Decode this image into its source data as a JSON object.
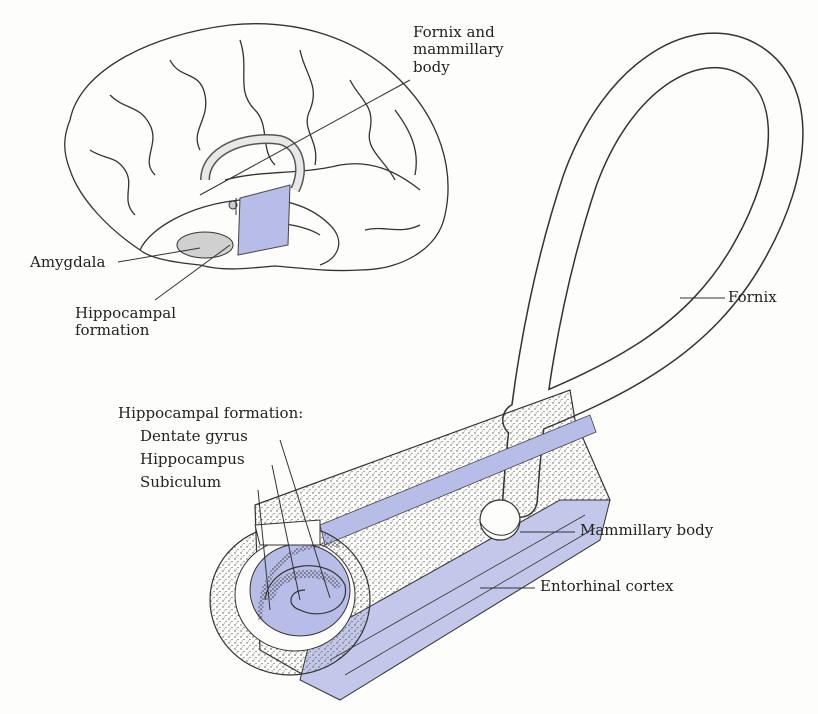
{
  "labels": {
    "fornix_mammillary": [
      "Fornix and",
      "mammillary",
      "body"
    ],
    "amygdala": "Amygdala",
    "hippocampal_formation_small": [
      "Hippocampal",
      "formation"
    ],
    "fornix": "Fornix",
    "hippocampal_formation_header": "Hippocampal formation:",
    "dentate_gyrus": "Dentate gyrus",
    "hippocampus": "Hippocampus",
    "subiculum": "Subiculum",
    "mammillary_body": "Mammillary body",
    "entorhinal_cortex": "Entorhinal cortex"
  },
  "colors": {
    "line": "#333333",
    "tint": "#b7bde6",
    "tint_dark": "#9aa2d8",
    "stipple": "#6b6b6b",
    "paper": "#fdfdfb"
  }
}
